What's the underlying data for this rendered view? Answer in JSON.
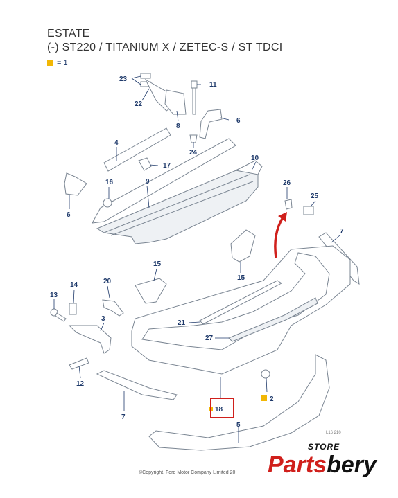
{
  "header": {
    "line1": "ESTATE",
    "line2": "(-) ST220 / TITANIUM X / ZETEC-S / ST TDCI"
  },
  "legend": {
    "text": "= 1",
    "marker_color": "#f2b705"
  },
  "callouts": [
    "23",
    "11",
    "22",
    "8",
    "6",
    "4",
    "17",
    "24",
    "10",
    "16",
    "9",
    "26",
    "25",
    "6",
    "7",
    "15",
    "15",
    "14",
    "20",
    "13",
    "3",
    "21",
    "27",
    "12",
    "7",
    "18",
    "2",
    "5"
  ],
  "highlighted_callout": "18",
  "marked_callouts": [
    "18",
    "2"
  ],
  "copyright": "©Copyright, Ford Motor Company Limited 20",
  "drawing_code": "L16 210",
  "watermark": {
    "store": "STORE",
    "name_part1": "Parts",
    "name_part2": "bery"
  },
  "colors": {
    "label": "#1f3a6b",
    "highlight": "#d0201c",
    "marker": "#f2b705",
    "arrow": "#d0201c"
  }
}
